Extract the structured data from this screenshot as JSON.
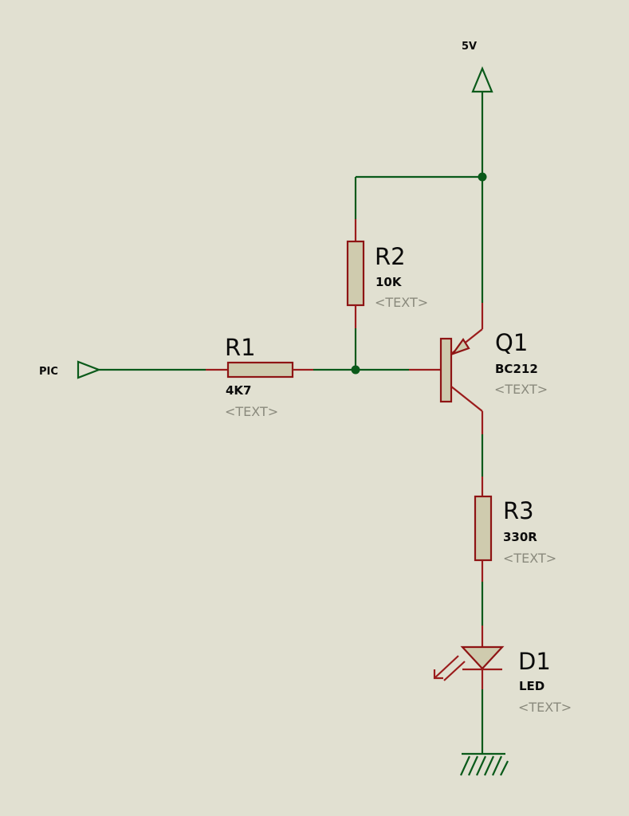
{
  "power": {
    "label": "5V"
  },
  "input_port": {
    "label": "PIC"
  },
  "components": {
    "r1": {
      "ref": "R1",
      "value": "4K7",
      "text": "<TEXT>"
    },
    "r2": {
      "ref": "R2",
      "value": "10K",
      "text": "<TEXT>"
    },
    "r3": {
      "ref": "R3",
      "value": "330R",
      "text": "<TEXT>"
    },
    "q1": {
      "ref": "Q1",
      "value": "BC212",
      "text": "<TEXT>"
    },
    "d1": {
      "ref": "D1",
      "value": "LED",
      "text": "<TEXT>"
    }
  },
  "colors": {
    "background": "#e1e0d1",
    "wire": "#0a5a1a",
    "component_outline": "#8e1414",
    "component_fill": "#cfcbae",
    "placeholder_text": "#8a8a7d"
  }
}
